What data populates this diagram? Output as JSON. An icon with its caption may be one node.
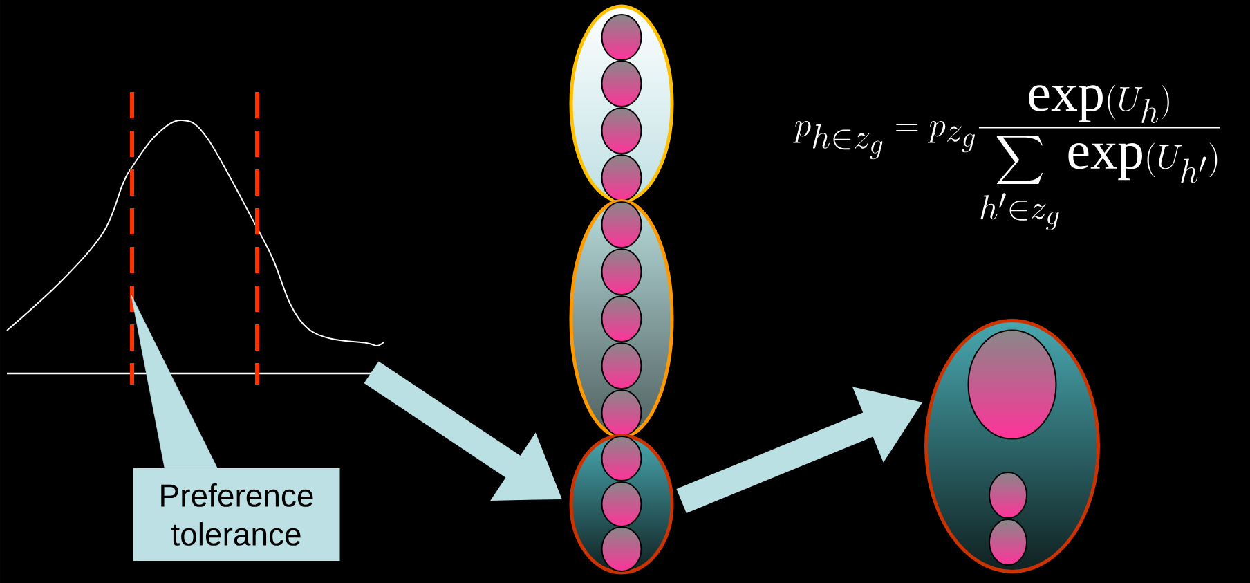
{
  "diagram": {
    "nodes": [
      {
        "text": [],
        "shape": "picture"
      },
      {
        "text": [
          "Preference tolerance"
        ]
      },
      {
        "text": [],
        "shape": "ellipse"
      },
      {
        "text": [],
        "shape": "ellipse",
        "in": 2
      },
      {
        "text": [],
        "shape": "ellipse",
        "in": 2
      },
      {
        "text": [],
        "shape": "ellipse",
        "in": 2
      },
      {
        "text": [],
        "shape": "ellipse",
        "in": 2
      },
      {
        "text": [],
        "shape": "ellipse"
      },
      {
        "text": [],
        "shape": "ellipse",
        "in": 7
      },
      {
        "text": [],
        "shape": "ellipse",
        "in": 7
      },
      {
        "text": [],
        "shape": "ellipse",
        "in": 7
      },
      {
        "text": [],
        "shape": "ellipse",
        "in": 7
      },
      {
        "text": [],
        "shape": "ellipse",
        "in": 7
      },
      {
        "text": [],
        "shape": "ellipse"
      },
      {
        "text": [],
        "shape": "ellipse",
        "in": 13
      },
      {
        "text": [],
        "shape": "ellipse",
        "in": 13
      },
      {
        "text": [],
        "shape": "ellipse",
        "in": 13
      },
      {
        "text": [],
        "shape": "ellipse"
      },
      {
        "text": [],
        "shape": "ellipse",
        "in": 17
      },
      {
        "text": [],
        "shape": "ellipse",
        "in": 17
      },
      {
        "text": [],
        "shape": "ellipse",
        "in": 17
      }
    ],
    "edges": [
      {
        "from": 1,
        "to": null,
        "arrow": "to"
      },
      {
        "from": 0,
        "to": 13,
        "arrow": "to"
      },
      {
        "from": 13,
        "to": 17,
        "arrow": "to"
      }
    ],
    "labels": [
      "p_{h\\in z_g} = p_{z_g} \\frac{\\exp(U_h)}{\\displaystyle\\sum_{h'\\in z_g}\\exp(U_{h'})}"
    ]
  }
}
